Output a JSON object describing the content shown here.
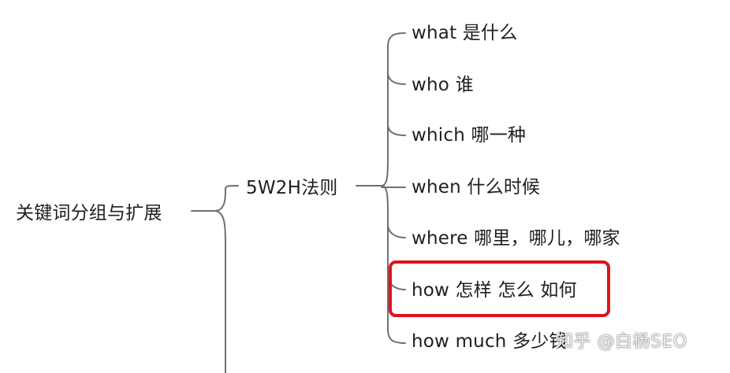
{
  "mindmap": {
    "root": "关键词分组与扩展",
    "branch": "5W2H法则",
    "leaves": [
      "what 是什么",
      "who 谁",
      "which 哪一种",
      "when 什么时候",
      "where 哪里，哪儿，哪家",
      "how 怎样 怎么 如何",
      "how much 多少钱"
    ],
    "highlighted_leaf_index": 5
  },
  "watermark": "知乎 @白杨SEO",
  "colors": {
    "connector": "#6f6f6f",
    "highlight": "#e0131c",
    "text": "#1f1f1f",
    "background": "#ffffff"
  }
}
